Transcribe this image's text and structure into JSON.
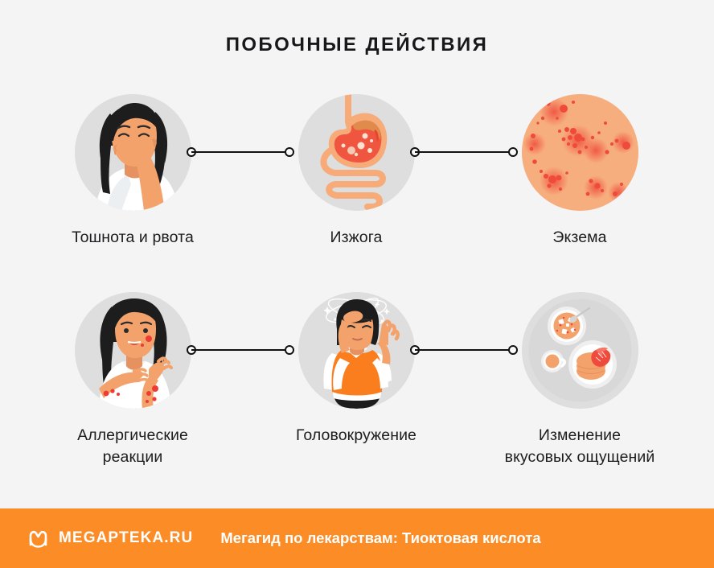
{
  "title": "ПОБОЧНЫЕ ДЕЙСТВИЯ",
  "background_color": "#f4f4f4",
  "accent_color": "#fb8c26",
  "bubble_color": "#dedede",
  "skin_color": "#f7ae7e",
  "items": [
    {
      "label": "Тошнота и рвота",
      "icon": "woman-covering-mouth-nausea-illustration",
      "bubble_style": "gray"
    },
    {
      "label": "Изжога",
      "icon": "stomach-heartburn-illustration",
      "bubble_style": "gray"
    },
    {
      "label": "Экзема",
      "icon": "skin-eczema-red-spots-illustration",
      "bubble_style": "skin"
    },
    {
      "label": "Аллергические\nреакции",
      "label_line1": "Аллергические",
      "label_line2": "реакции",
      "icon": "woman-scratching-rash-allergy-illustration",
      "bubble_style": "gray"
    },
    {
      "label": "Головокружение",
      "label_line1": "Головокружение",
      "label_line2": "",
      "icon": "woman-dizzy-holding-head-illustration",
      "bubble_style": "gray"
    },
    {
      "label": "Изменение вкусовых ощущений",
      "label_line1": "Изменение",
      "label_line2": "вкусовых ощущений",
      "icon": "food-plates-taste-change-illustration",
      "bubble_style": "gray"
    }
  ],
  "connectors": [
    {
      "name": "connector-nausea-heartburn"
    },
    {
      "name": "connector-heartburn-eczema"
    },
    {
      "name": "connector-allergy-dizziness"
    },
    {
      "name": "connector-dizziness-taste"
    }
  ],
  "footer": {
    "logo": "megapteka-m-logo",
    "brand": "MEGAPTEKA.RU",
    "tagline": "Мегагид по лекарствам: Тиоктовая кислота",
    "background_color": "#fb8c26",
    "text_color": "#ffffff"
  }
}
